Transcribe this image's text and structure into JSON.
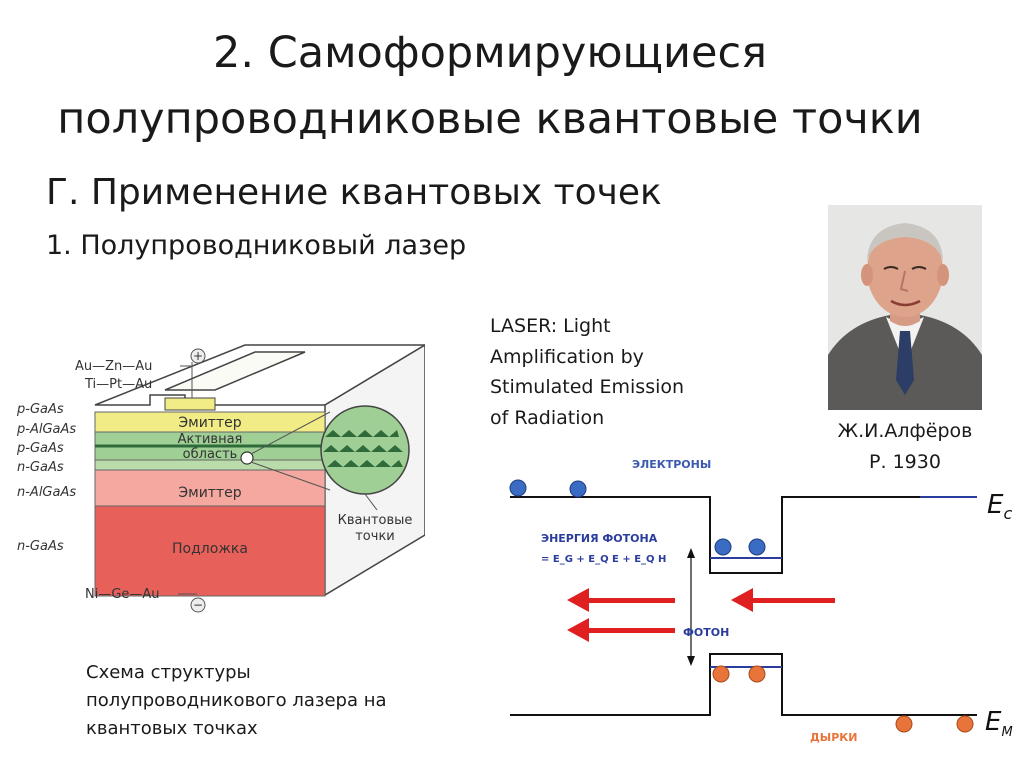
{
  "title": {
    "line1": "2. Самоформирующиеся",
    "line2": "полупроводниковые квантовые точки"
  },
  "section": "Г. Применение квантовых точек",
  "subsection": "1. Полупроводниковый лазер",
  "laser_definition": [
    "LASER: Light",
    "Amplification by",
    "Stimulated Emission",
    "of Radiation"
  ],
  "portrait": {
    "name": "Ж.И.Алфёров",
    "year": "Р. 1930"
  },
  "structure_diagram": {
    "contact_top_1": "Au—Zn—Au",
    "contact_top_2": "Ti—Pt—Au",
    "contact_bottom": "Ni—Ge—Au",
    "plus_symbol": "+",
    "minus_symbol": "−",
    "left_labels": [
      "p-GaAs",
      "p-AlGaAs",
      "p-GaAs",
      "n-GaAs",
      "n-AlGaAs",
      "n-GaAs"
    ],
    "layer_emitter_top": "Эмиттер",
    "layer_active_1": "Активная",
    "layer_active_2": "область",
    "layer_emitter_bottom": "Эмиттер",
    "layer_substrate": "Подложка",
    "qd_label_1": "Квантовые",
    "qd_label_2": "точки",
    "colors": {
      "emitter_top": "#f1ec86",
      "active": "#9fcf94",
      "emitter_bottom": "#f4a8a0",
      "substrate": "#e8605a",
      "dots": "#2f6b3a"
    }
  },
  "caption": [
    "Схема структуры",
    "полупроводникового лазера на",
    "квантовых точках"
  ],
  "energy_diagram": {
    "electrons_label": "ЭЛЕКТРОНЫ",
    "photon_energy_label": "ЭНЕРГИЯ ФОТОНА",
    "photon_energy_formula": "= E_G + E_Q E + E_Q H",
    "photon_label": "ФОТОН",
    "holes_label": "ДЫРКИ",
    "ec_label": "E",
    "ec_sub": "c",
    "em_label": "E",
    "em_sub": "M",
    "colors": {
      "electron": "#3b6cc4",
      "hole": "#e8743a",
      "arrow": "#e02020",
      "level": "#2a3c9c"
    }
  }
}
